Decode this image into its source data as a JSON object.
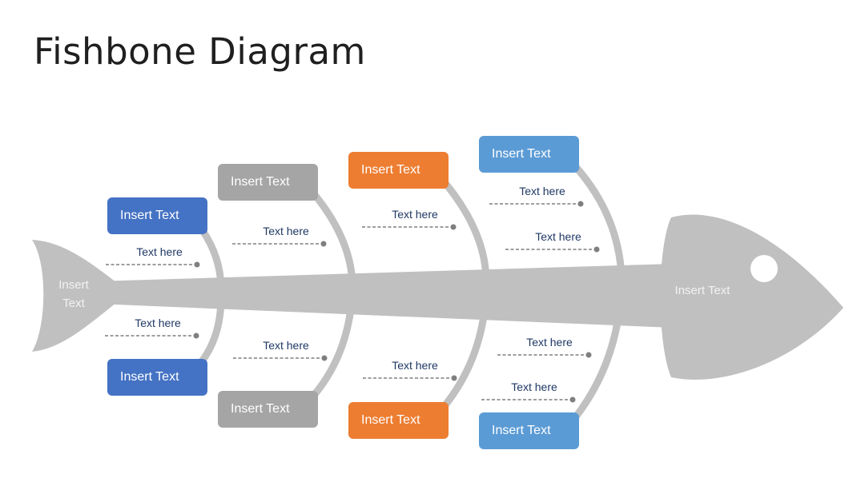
{
  "slide": {
    "title": "Fishbone Diagram"
  },
  "tail": {
    "line1": "Insert",
    "line2": "Text"
  },
  "head": {
    "text": "Insert Text"
  },
  "colors": {
    "bone": "#c0c0c0",
    "blue_dark": "#4472c4",
    "gray": "#a5a5a5",
    "orange": "#ed7d31",
    "blue_light": "#5b9bd5",
    "dash": "#7f7f7f"
  },
  "categories": {
    "top1": "Insert Text",
    "top2": "Insert Text",
    "top3": "Insert Text",
    "top4": "Insert Text",
    "bot1": "Insert Text",
    "bot2": "Insert Text",
    "bot3": "Insert Text",
    "bot4": "Insert Text"
  },
  "causes": {
    "top1": "Text here",
    "top2": "Text here",
    "top3": "Text here",
    "top4a": "Text here",
    "top4b": "Text here",
    "bot1": "Text here",
    "bot2": "Text here",
    "bot3": "Text here",
    "bot4a": "Text here",
    "bot4b": "Text here"
  }
}
